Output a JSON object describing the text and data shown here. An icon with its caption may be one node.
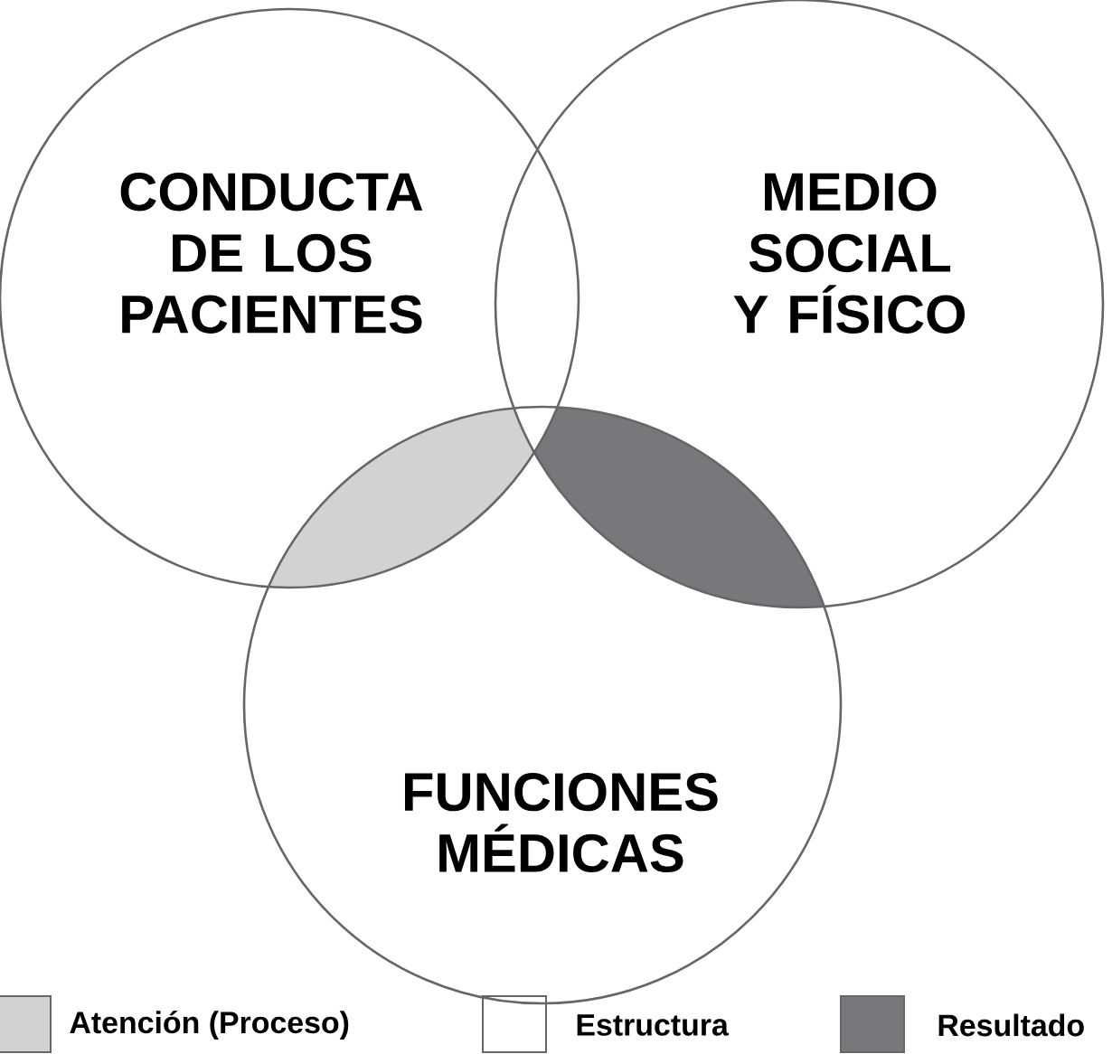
{
  "diagram": {
    "nodes": [
      {
        "text": [
          "CONDUCTA DE LOS PACIENTES"
        ]
      },
      {
        "text": [
          "MEDIO SOCIAL Y FÍSICO"
        ]
      },
      {
        "text": [
          "FUNCIONES MÉDICAS"
        ]
      }
    ],
    "edges": [],
    "legend": [
      {
        "text": "Atención (Proceso)",
        "color": "#d1d2d4"
      },
      {
        "text": "Estructura"
      },
      {
        "text": "Resultado",
        "color": "#77787b"
      }
    ]
  }
}
